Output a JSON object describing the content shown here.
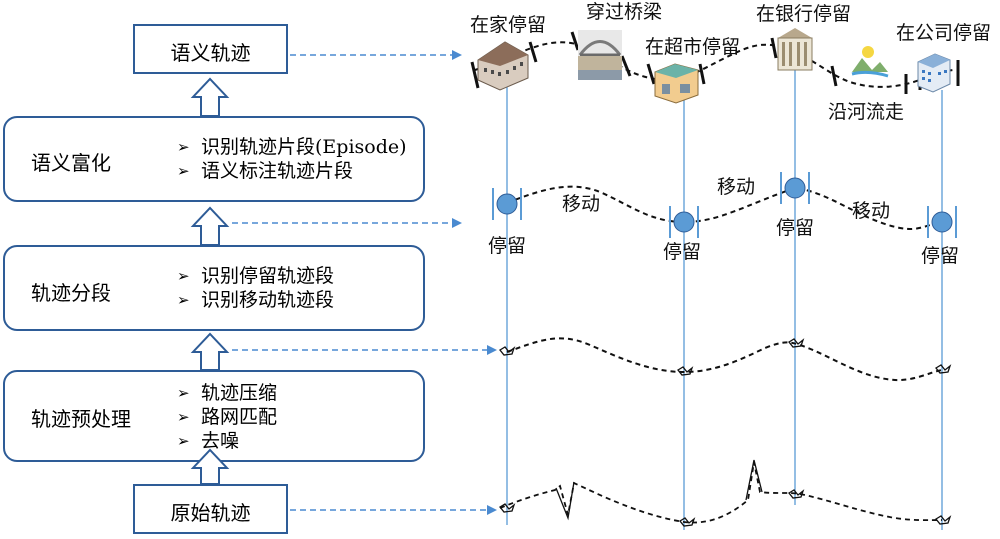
{
  "pipeline": {
    "semantic_trajectory": "语义轨迹",
    "semantic_enrichment": {
      "title": "语义富化",
      "bullets": [
        "识别轨迹片段(Episode)",
        "语义标注轨迹片段"
      ]
    },
    "segmentation": {
      "title": "轨迹分段",
      "bullets": [
        "识别停留轨迹段",
        "识别移动轨迹段"
      ]
    },
    "preprocessing": {
      "title": "轨迹预处理",
      "bullets": [
        "轨迹压缩",
        "路网匹配",
        "去噪"
      ]
    },
    "raw_trajectory": "原始轨迹"
  },
  "semantic_labels": {
    "home": "在家停留",
    "bridge": "穿过桥梁",
    "market": "在超市停留",
    "bank": "在银行停留",
    "river": "沿河流走",
    "office": "在公司停留"
  },
  "segment_labels": {
    "stay": "停留",
    "move": "移动"
  },
  "colors": {
    "box_border": "#2e5c97",
    "arrow_dashed": "#4a8ad0",
    "stay_dot": "#5b9bd5",
    "vertical_line": "#5b9bd5"
  }
}
